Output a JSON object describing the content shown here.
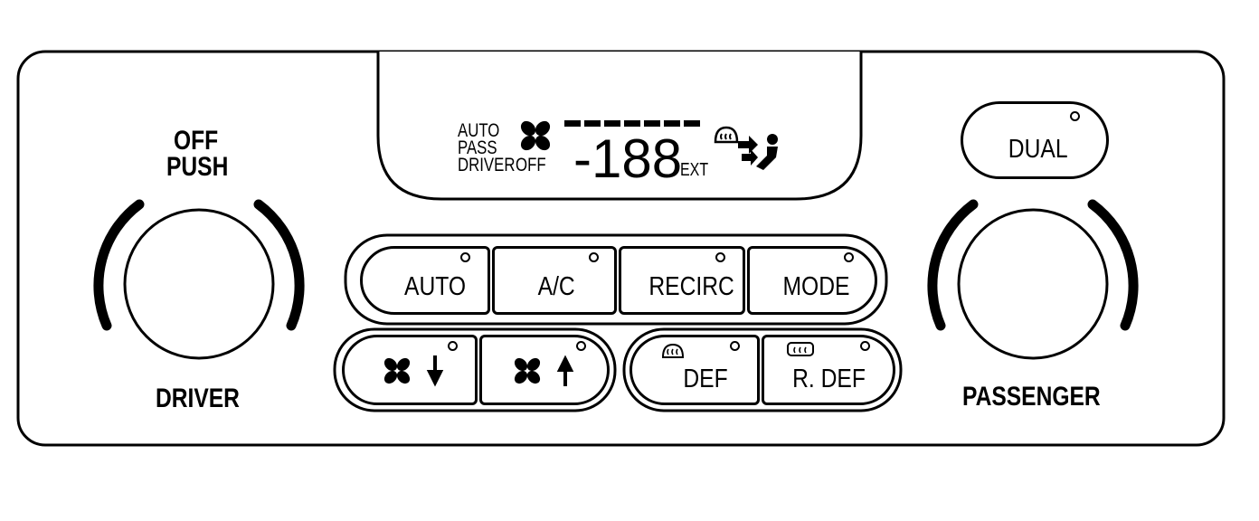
{
  "driver_knob": {
    "top_label_1": "OFF",
    "top_label_2": "PUSH",
    "bottom_label": "DRIVER"
  },
  "passenger_knob": {
    "bottom_label": "PASSENGER"
  },
  "dual_button": {
    "label": "DUAL"
  },
  "display": {
    "auto": "AUTO",
    "pass": "PASS",
    "driver": "DRIVER",
    "off": "OFF",
    "temperature": "-188",
    "ext": "EXT",
    "fan_bar_segments": 7
  },
  "top_row_buttons": [
    "AUTO",
    "A/C",
    "RECIRC",
    "MODE"
  ],
  "bottom_row_buttons": {
    "fan_down_icon": "fan-down-icon",
    "fan_up_icon": "fan-up-icon",
    "def_label": "DEF",
    "rdef_label": "R. DEF"
  }
}
